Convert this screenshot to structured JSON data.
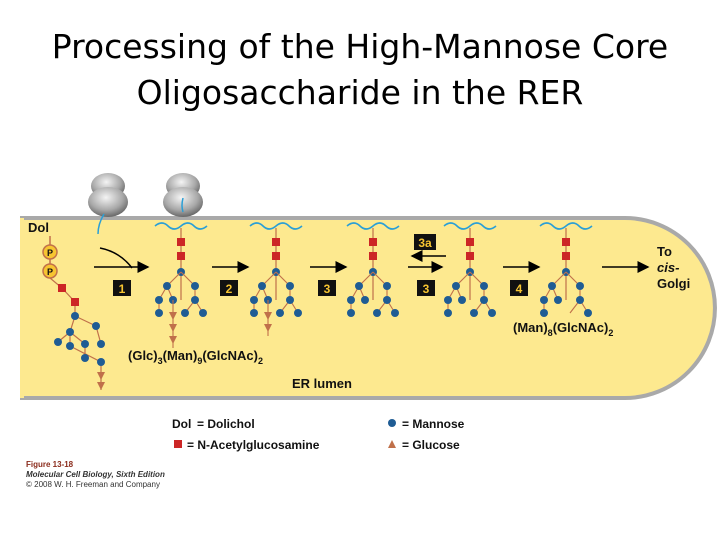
{
  "slide": {
    "title_line1": "Processing of the High-Mannose Core",
    "title_line2": "Oligosaccharide in the RER"
  },
  "diagram": {
    "dol_label": "Dol",
    "phosphate_label": "P",
    "steps": [
      "1",
      "2",
      "3",
      "3a",
      "3",
      "4"
    ],
    "precursor_formula": {
      "part1": "(Glc)",
      "sub1": "3",
      "part2": "(Man)",
      "sub2": "9",
      "part3": "(GlcNAc)",
      "sub3": "2"
    },
    "product_formula": {
      "part1": "(Man)",
      "sub1": "8",
      "part2": "(GlcNAc)",
      "sub2": "2"
    },
    "lumen_label": "ER lumen",
    "destination_line1": "To",
    "destination_line2": "cis-",
    "destination_line3": "Golgi"
  },
  "legend": {
    "dol_symbol": "Dol",
    "dol_text": "= Dolichol",
    "glcnac_text": "= N-Acetylglucosamine",
    "mannose_text": "= Mannose",
    "glucose_text": "= Glucose"
  },
  "caption": {
    "figure": "Figure 13-18",
    "book": "Molecular Cell Biology, Sixth Edition",
    "copyright": "© 2008 W. H. Freeman and Company"
  },
  "colors": {
    "lumen_fill": "#fde98f",
    "membrane": "#a9a9a9",
    "mannose": "#1f5c94",
    "glcnac": "#cc2626",
    "glucose": "#c0704a",
    "step_box": "#111111",
    "step_text": "#f7c531",
    "chain": "#2a9fd6"
  }
}
